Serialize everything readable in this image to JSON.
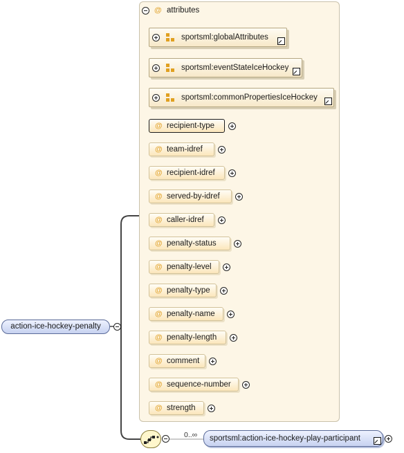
{
  "root": {
    "label": "action-ice-hockey-penalty"
  },
  "attributes_panel": {
    "header": "attributes",
    "header_symbol": "@",
    "groups": [
      {
        "label": "sportsml:globalAttributes",
        "has_ref": true
      },
      {
        "label": "sportsml:eventStateIceHockey",
        "has_ref": true
      },
      {
        "label": "sportsml:commonPropertiesIceHockey",
        "has_ref": true
      }
    ],
    "attributes": [
      {
        "symbol": "@",
        "label": "recipient-type",
        "selected": true
      },
      {
        "symbol": "@",
        "label": "team-idref"
      },
      {
        "symbol": "@",
        "label": "recipient-idref"
      },
      {
        "symbol": "@",
        "label": "served-by-idref"
      },
      {
        "symbol": "@",
        "label": "caller-idref"
      },
      {
        "symbol": "@",
        "label": "penalty-status"
      },
      {
        "symbol": "@",
        "label": "penalty-level"
      },
      {
        "symbol": "@",
        "label": "penalty-type"
      },
      {
        "symbol": "@",
        "label": "penalty-name"
      },
      {
        "symbol": "@",
        "label": "penalty-length"
      },
      {
        "symbol": "@",
        "label": "comment"
      },
      {
        "symbol": "@",
        "label": "sequence-number"
      },
      {
        "symbol": "@",
        "label": "strength"
      }
    ]
  },
  "sequence": {
    "occurrence": "0..∞",
    "child": {
      "label": "sportsml:action-ice-hockey-play-participant"
    }
  },
  "colors": {
    "panel_bg": "#fdf6e6",
    "attr_gradient_end": "#fbe6bb",
    "element_gradient_end": "#c7d2f0",
    "at_symbol": "#e3a93a"
  }
}
